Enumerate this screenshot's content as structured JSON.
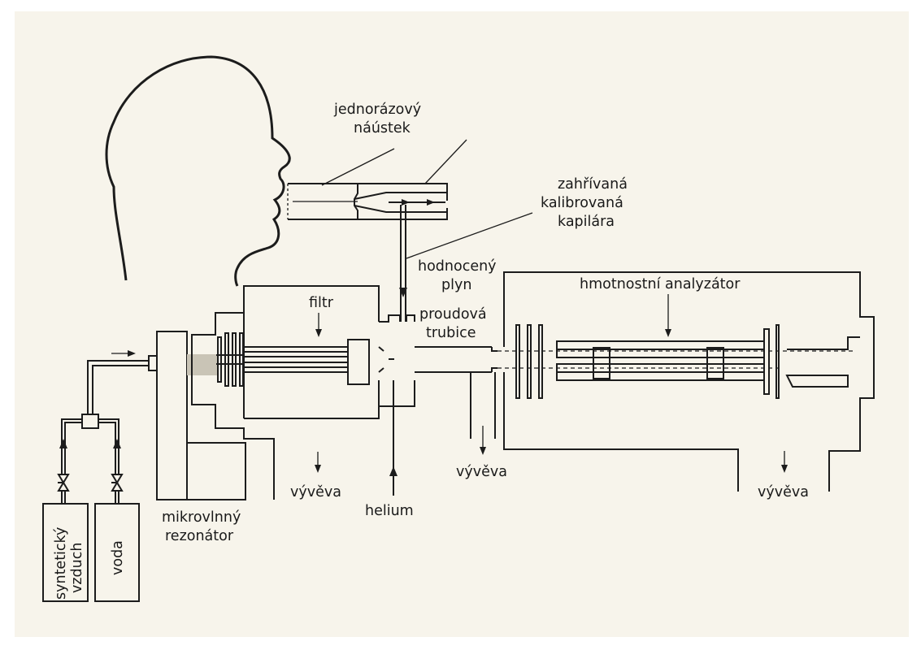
{
  "colors": {
    "background": "#f7f4eb",
    "line": "#1c1c1c",
    "page": "#ffffff"
  },
  "labels": {
    "mouthpiece_1": "jednorázový",
    "mouthpiece_2": "náústek",
    "capillary_1": "zahřívaná",
    "capillary_2": "kalibrovaná",
    "capillary_3": "kapilára",
    "gas_1": "hodnocený",
    "gas_2": "plyn",
    "filter": "filtr",
    "flowtube_1": "proudová",
    "flowtube_2": "trubice",
    "analyzer": "hmotnostní analyzátor",
    "pump_left": "vývěva",
    "pump_middle": "vývěva",
    "pump_right": "vývěva",
    "helium": "helium",
    "resonator_1": "mikrovlnný",
    "resonator_2": "rezonátor",
    "synthetic_air_1": "syntetický",
    "synthetic_air_2": "vzduch",
    "water": "voda"
  }
}
